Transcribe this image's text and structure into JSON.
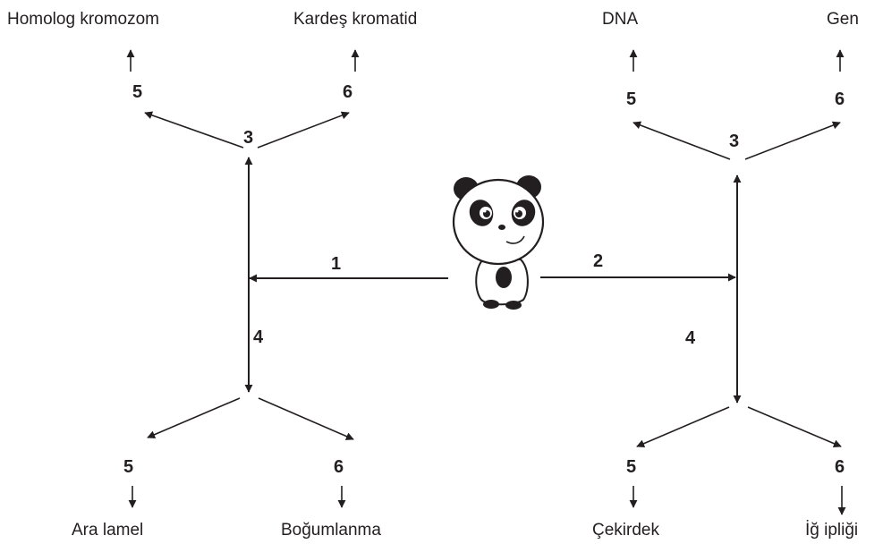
{
  "labels": {
    "homolog_kromozom": "Homolog kromozom",
    "kardes_kromatid": "Kardeş kromatid",
    "dna": "DNA",
    "gen": "Gen",
    "ara_lamel": "Ara lamel",
    "bogumlanma": "Boğumlanma",
    "cekirdek": "Çekirdek",
    "ig_ipligi": "İğ ipliği"
  },
  "numbers": {
    "n1": "1",
    "n2": "2",
    "n3": "3",
    "n4": "4",
    "n5": "5",
    "n6": "6"
  },
  "colors": {
    "ink": "#231f20"
  },
  "icons": {
    "center": "panda-icon"
  }
}
